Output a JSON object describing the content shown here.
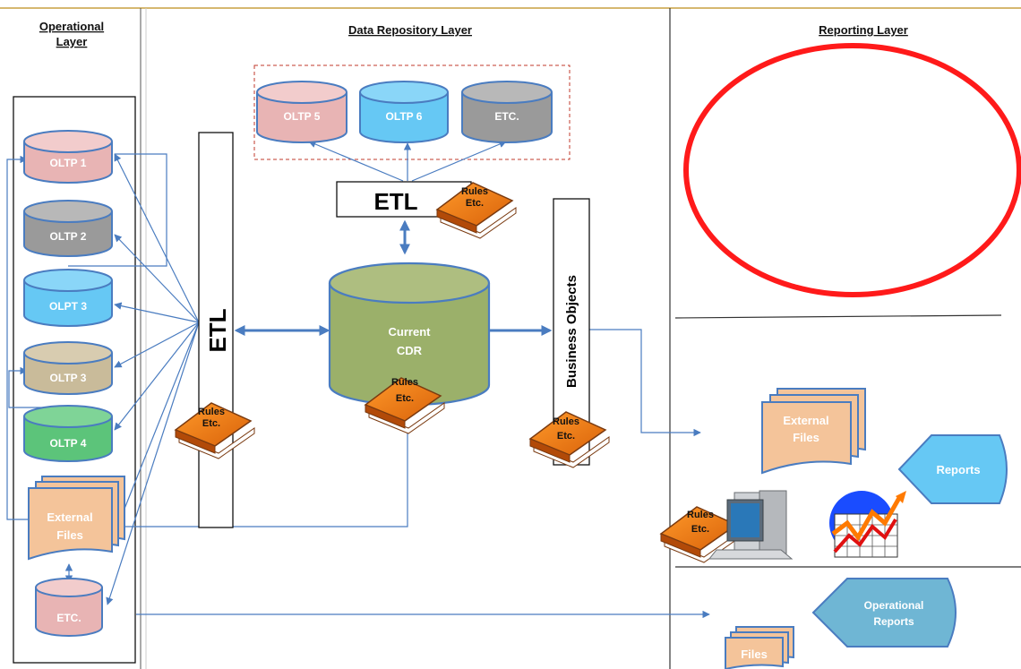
{
  "headers": {
    "operational": [
      "Operational",
      "Layer"
    ],
    "repository": "Data Repository Layer",
    "reporting": "Reporting Layer"
  },
  "operational_sources": [
    "OLTP 1",
    "OLTP 2",
    "OLPT 3",
    "OLTP 3",
    "OLTP 4"
  ],
  "operational_files": [
    "External",
    "Files"
  ],
  "operational_etc": "ETC.",
  "repository_sources": [
    "OLTP 5",
    "OLTP 6",
    "ETC."
  ],
  "etl_label": "ETL",
  "cdr": [
    "Current",
    "CDR"
  ],
  "business_objects": "Business Objects",
  "book_label": [
    "Rules",
    "Etc."
  ],
  "reporting": {
    "external_files": [
      "External",
      "Files"
    ],
    "reports": "Reports",
    "operational_reports": [
      "Operational",
      "Reports"
    ],
    "files": "Files"
  },
  "colors": {
    "connector": "#4a7cc0",
    "pink": "#e8b4b4",
    "gray": "#9a9a9a",
    "blue": "#66c8f4",
    "tan": "#c9bb9a",
    "green": "#5cc47a",
    "olive": "#9bb06a",
    "highlight": "#ff1a1a",
    "divider": "#c8a040"
  }
}
